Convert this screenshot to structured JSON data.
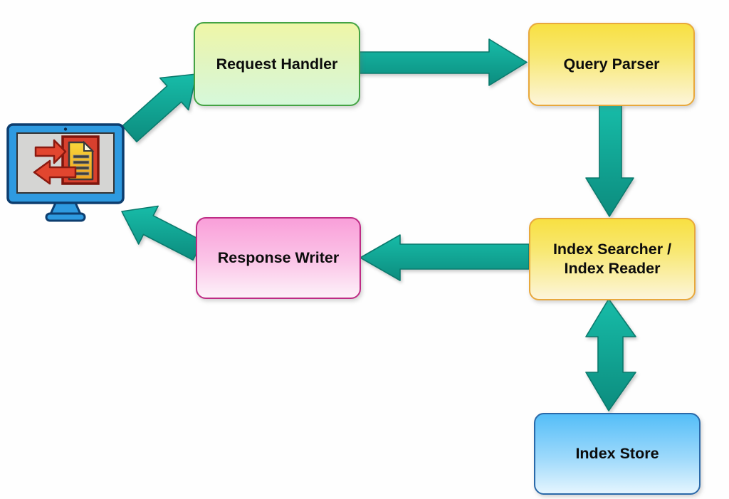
{
  "diagram_name": "search-engine-architecture-flow",
  "nodes": {
    "request_handler": {
      "label": "Request Handler"
    },
    "query_parser": {
      "label": "Query Parser"
    },
    "index_searcher": {
      "label_line1": "Index Searcher /",
      "label_line2": "Index Reader"
    },
    "response_writer": {
      "label": "Response Writer"
    },
    "index_store": {
      "label": "Index Store"
    }
  },
  "client": {
    "icon": "desktop-computer-document-exchange-icon"
  },
  "edges": [
    {
      "from": "client",
      "to": "request_handler",
      "style": "one-way"
    },
    {
      "from": "request_handler",
      "to": "query_parser",
      "style": "one-way"
    },
    {
      "from": "query_parser",
      "to": "index_searcher",
      "style": "one-way"
    },
    {
      "from": "index_searcher",
      "to": "response_writer",
      "style": "one-way"
    },
    {
      "from": "response_writer",
      "to": "client",
      "style": "one-way"
    },
    {
      "from": "index_searcher",
      "to": "index_store",
      "style": "two-way"
    }
  ],
  "colors": {
    "arrow_teal": "#10a795",
    "green_box_border": "#44a344",
    "yellow_box_border": "#e8a83c",
    "pink_box_border": "#be2c85",
    "blue_box_border": "#2a69a9",
    "monitor_blue": "#2e9ae0",
    "icon_red": "#e2462f",
    "document_yellow": "#f6c826"
  }
}
